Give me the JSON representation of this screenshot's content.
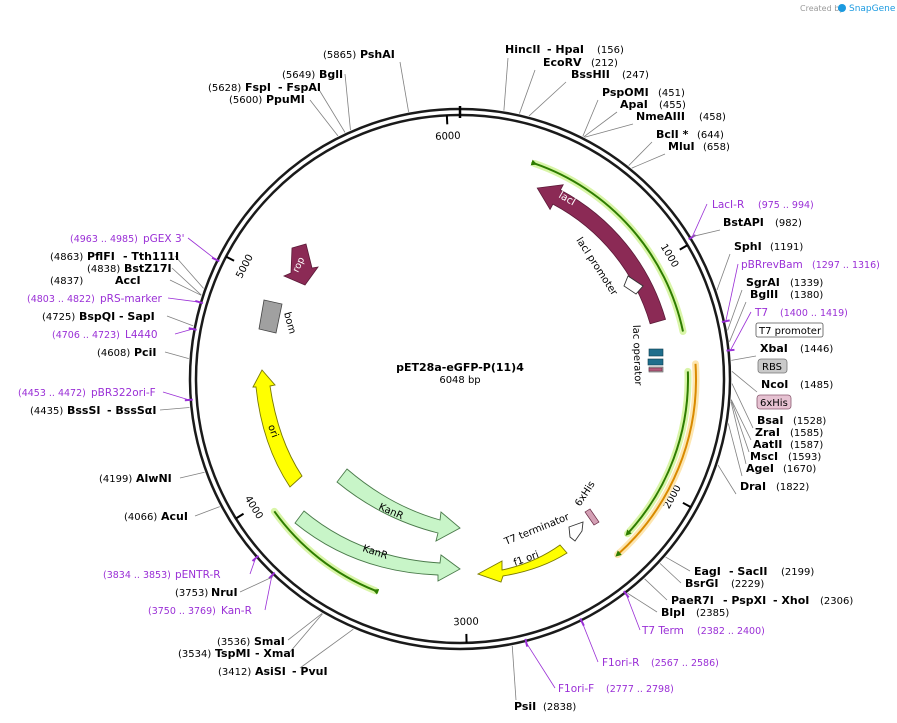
{
  "branding": {
    "created_by": "Created by",
    "product": "SnapGene"
  },
  "plasmid": {
    "name": "pET28a-eGFP-P(11)4",
    "length": "6048 bp"
  },
  "ticks": [
    "1000",
    "2000",
    "3000",
    "4000",
    "5000",
    "6000"
  ],
  "features": {
    "lacI": "lacI",
    "lacI_promoter": "lacI promoter",
    "lac_operator": "lac operator",
    "rop": "rop",
    "bom": "bom",
    "ori": "ori",
    "KanR_1": "KanR",
    "KanR_2": "KanR",
    "f1_ori": "f1 ori",
    "T7_terminator": "T7 terminator",
    "sixHis_small": "6xHis",
    "T7_promoter": "T7 promoter",
    "RBS": "RBS",
    "sixHis": "6xHis"
  },
  "sites": {
    "HincII": {
      "name": "HincII",
      "pos": ""
    },
    "HpaI": {
      "name": "- HpaI",
      "pos": "(156)"
    },
    "EcoRV": {
      "name": "EcoRV",
      "pos": "(212)"
    },
    "BssHII": {
      "name": "BssHII",
      "pos": "(247)"
    },
    "PspOMI": {
      "name": "PspOMI",
      "pos": "(451)"
    },
    "ApaI": {
      "name": "ApaI",
      "pos": "(455)"
    },
    "NmeAIII": {
      "name": "NmeAIII",
      "pos": "(458)"
    },
    "BclI": {
      "name": "BclI *",
      "pos": "(644)"
    },
    "MluI": {
      "name": "MluI",
      "pos": "(658)"
    },
    "BstAPI": {
      "name": "BstAPI",
      "pos": "(982)"
    },
    "SphI": {
      "name": "SphI",
      "pos": "(1191)"
    },
    "SgrAI": {
      "name": "SgrAI",
      "pos": "(1339)"
    },
    "BglII": {
      "name": "BglII",
      "pos": "(1380)"
    },
    "XbaI": {
      "name": "XbaI",
      "pos": "(1446)"
    },
    "NcoI": {
      "name": "NcoI",
      "pos": "(1485)"
    },
    "BsaI": {
      "name": "BsaI",
      "pos": "(1528)"
    },
    "ZraI": {
      "name": "ZraI",
      "pos": "(1585)"
    },
    "AatII": {
      "name": "AatII",
      "pos": "(1587)"
    },
    "MscI": {
      "name": "MscI",
      "pos": "(1593)"
    },
    "AgeI": {
      "name": "AgeI",
      "pos": "(1670)"
    },
    "DraI": {
      "name": "DraI",
      "pos": "(1822)"
    },
    "EagI": {
      "name": "EagI",
      "pos": ""
    },
    "SacII": {
      "name": "- SacII",
      "pos": "(2199)"
    },
    "BsrGI": {
      "name": "BsrGI",
      "pos": "(2229)"
    },
    "PaeR7I": {
      "name": "PaeR7I",
      "pos": ""
    },
    "PspXI": {
      "name": "- PspXI",
      "pos": ""
    },
    "XhoI": {
      "name": "- XhoI",
      "pos": "(2306)"
    },
    "BlpI": {
      "name": "BlpI",
      "pos": "(2385)"
    },
    "PsiI": {
      "name": "PsiI",
      "pos": "(2838)"
    },
    "AsiSI": {
      "name": "AsiSI",
      "pos": "(3412)"
    },
    "PvuI": {
      "name": "- PvuI",
      "pos": ""
    },
    "TspMI": {
      "name": "TspMI",
      "pos": "(3534)"
    },
    "XmaI": {
      "name": "- XmaI",
      "pos": ""
    },
    "SmaI": {
      "name": "SmaI",
      "pos": "(3536)"
    },
    "NruI": {
      "name": "NruI",
      "pos": "(3753)"
    },
    "AcuI": {
      "name": "AcuI",
      "pos": "(4066)"
    },
    "AlwNI": {
      "name": "AlwNI",
      "pos": "(4199)"
    },
    "BssSI": {
      "name": "BssSI",
      "pos": "(4435)"
    },
    "BssSaI": {
      "name": "- BssSαI",
      "pos": ""
    },
    "PciI": {
      "name": "PciI",
      "pos": "(4608)"
    },
    "BspQI": {
      "name": "BspQI",
      "pos": "(4725)"
    },
    "SapI": {
      "name": "- SapI",
      "pos": ""
    },
    "AccI": {
      "name": "AccI",
      "pos": "(4837)"
    },
    "BstZ17I": {
      "name": "BstZ17I",
      "pos": "(4838)"
    },
    "PflFI": {
      "name": "PflFI",
      "pos": "(4863)"
    },
    "Tth111I": {
      "name": "- Tth111I",
      "pos": ""
    },
    "PpuMI": {
      "name": "PpuMI",
      "pos": "(5600)"
    },
    "FspI": {
      "name": "FspI",
      "pos": "(5628)"
    },
    "FspAI": {
      "name": "- FspAI",
      "pos": ""
    },
    "BglI": {
      "name": "BglI",
      "pos": "(5649)"
    },
    "PshAI": {
      "name": "PshAI",
      "pos": "(5865)"
    }
  },
  "primers": {
    "LacI_R": {
      "name": "LacI-R",
      "pos": "(975 .. 994)"
    },
    "pBRrevBam": {
      "name": "pBRrevBam",
      "pos": "(1297 .. 1316)"
    },
    "T7": {
      "name": "T7",
      "pos": "(1400 .. 1419)"
    },
    "T7_Term": {
      "name": "T7 Term",
      "pos": "(2382 .. 2400)"
    },
    "F1ori_R": {
      "name": "F1ori-R",
      "pos": "(2567 .. 2586)"
    },
    "F1ori_F": {
      "name": "F1ori-F",
      "pos": "(2777 .. 2798)"
    },
    "pENTR_R": {
      "name": "pENTR-R",
      "pos": "(3834 .. 3853)"
    },
    "Kan_R": {
      "name": "Kan-R",
      "pos": "(3750 .. 3769)"
    },
    "pBR322ori_F": {
      "name": "pBR322ori-F",
      "pos": "(4453 .. 4472)"
    },
    "L4440": {
      "name": "L4440",
      "pos": "(4706 .. 4723)"
    },
    "pRS_marker": {
      "name": "pRS-marker",
      "pos": "(4803 .. 4822)"
    },
    "pGEX3": {
      "name": "pGEX 3'",
      "pos": "(4963 .. 4985)"
    }
  },
  "colors": {
    "backbone": "#1a1a1a",
    "lacI": "#8b2a55",
    "rop": "#8b2a55",
    "ori": "#ffff00",
    "KanR": "#c8f5c8",
    "orf_green": "#2e7d00",
    "orf_glow": "#d9f5a8",
    "orf_orange": "#d98a00",
    "orf_orange_glow": "#fde6b0",
    "primer": "#9a2fd6",
    "bom": "#a0a0a0"
  }
}
